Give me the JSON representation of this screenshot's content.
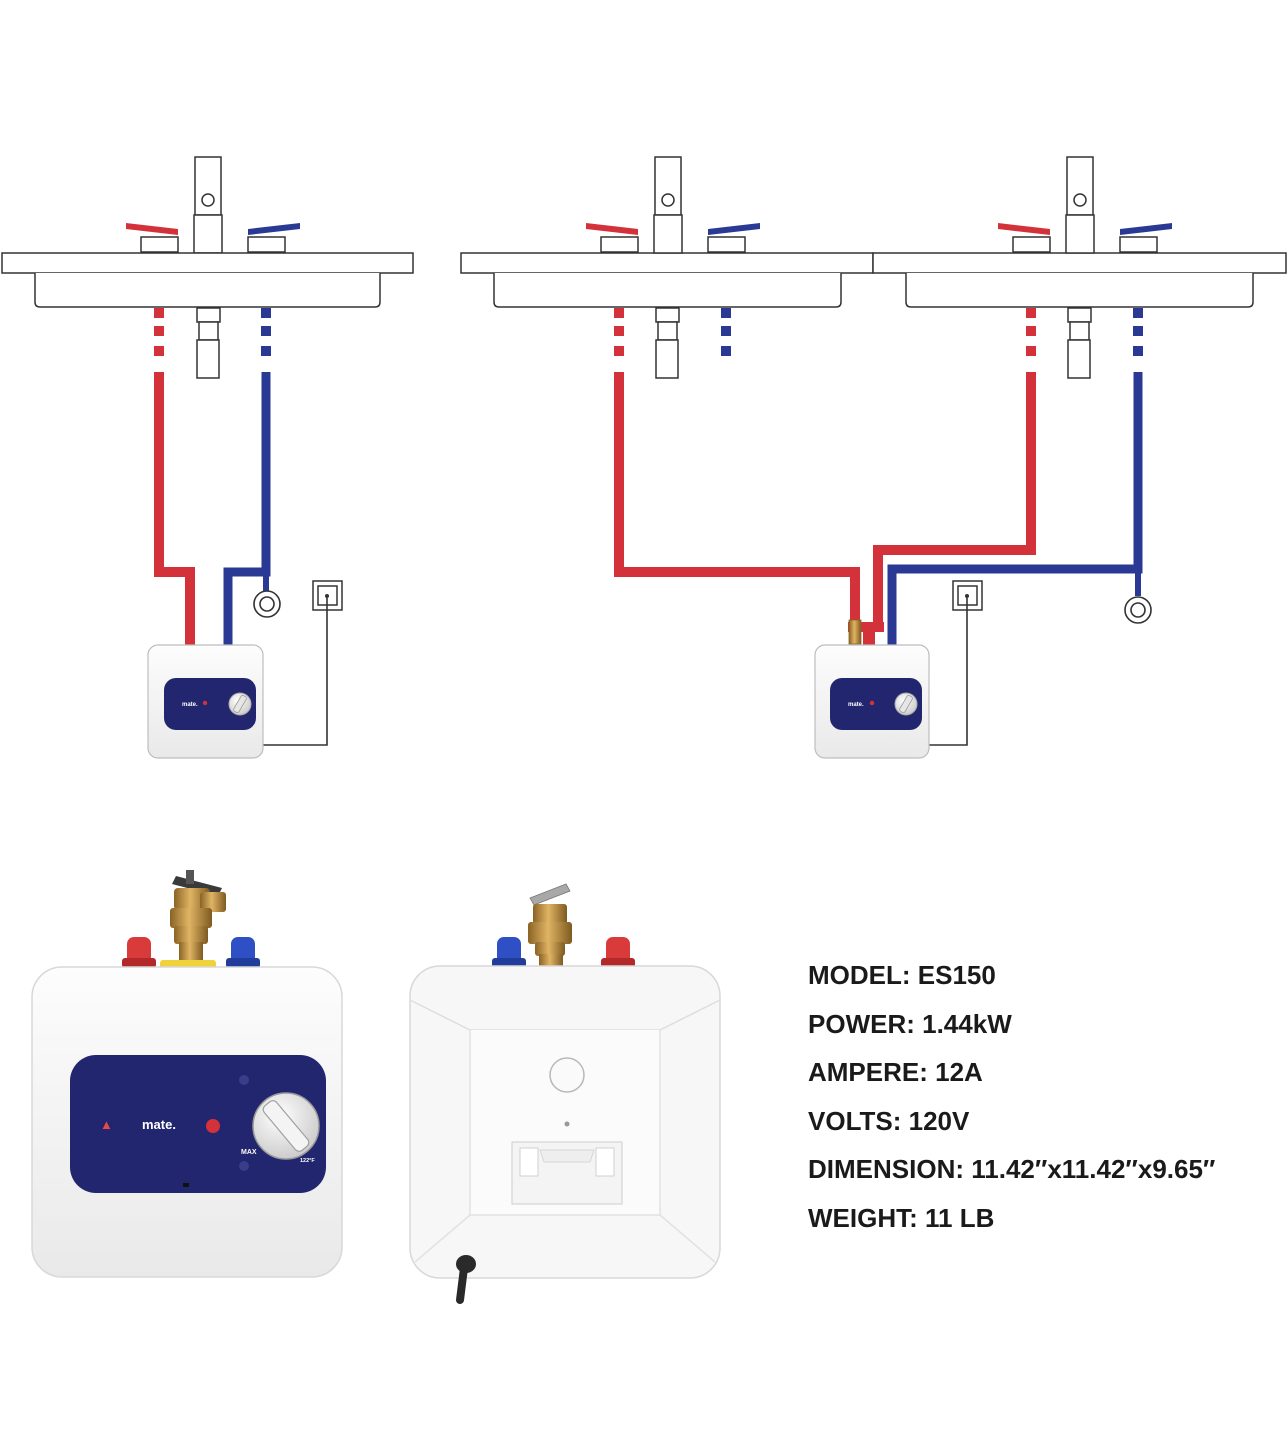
{
  "colors": {
    "hot_pipe": "#d4323a",
    "cold_pipe": "#2a3a94",
    "outline": "#333333",
    "panel": "#22266e",
    "brass": "#c8973c"
  },
  "heater_labels": {
    "brand_suffix": "mate.",
    "max_label": "MAX",
    "temp_label": "122°F"
  },
  "specs": [
    {
      "label": "MODEL:",
      "value": "ES150"
    },
    {
      "label": "POWER:",
      "value": "1.44kW"
    },
    {
      "label": "AMPERE:",
      "value": "12A"
    },
    {
      "label": "VOLTS:",
      "value": "120V"
    },
    {
      "label": "DIMENSION:",
      "value": "11.42″x11.42″x9.65″"
    },
    {
      "label": "WEIGHT:",
      "value": "11 LB"
    }
  ]
}
